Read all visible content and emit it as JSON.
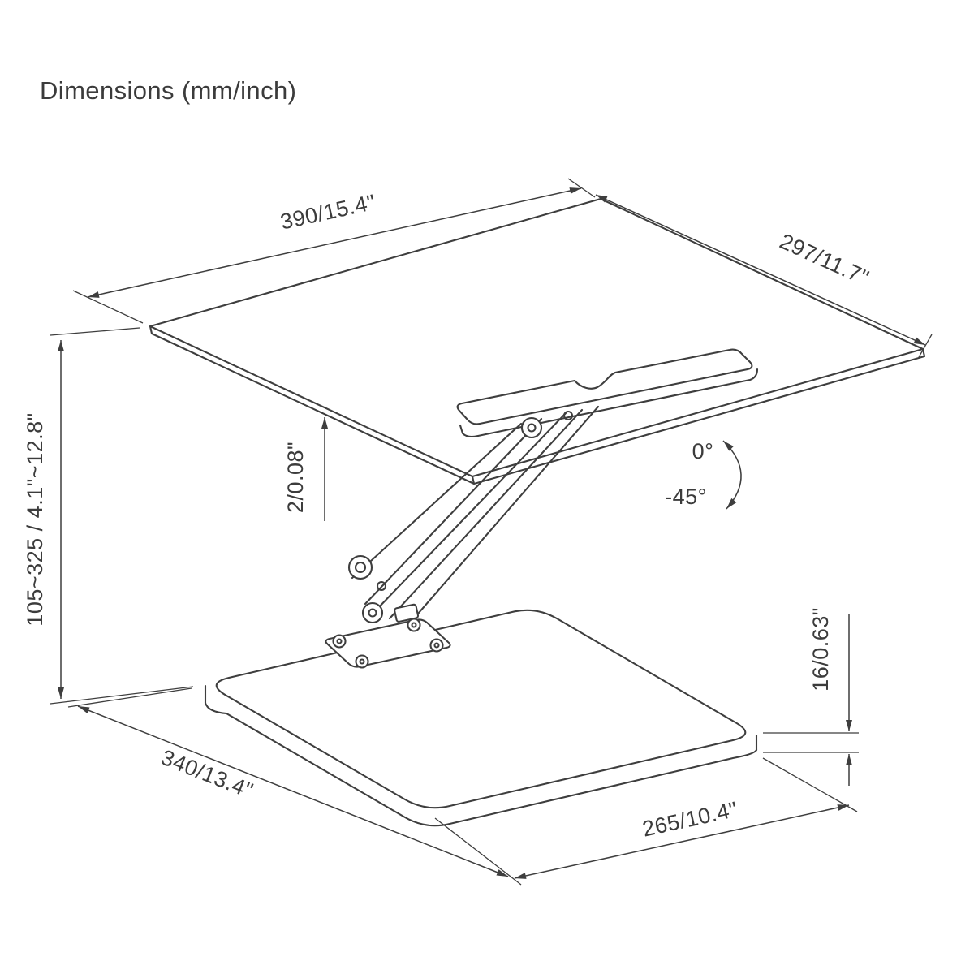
{
  "title": "Dimensions (mm/inch)",
  "diagram": {
    "labels": {
      "tray_width": "390/15.4\"",
      "tray_depth": "297/11.7\"",
      "height_range": "105~325 / 4.1\"~12.8\"",
      "tray_thickness": "2/0.08\"",
      "tilt_max": "0°",
      "tilt_min": "-45°",
      "base_thickness": "16/0.63\"",
      "base_depth": "340/13.4\"",
      "base_width": "265/10.4\""
    },
    "colors": {
      "line": "#3e3e3e",
      "text": "#3c3c3c",
      "background": "#ffffff"
    }
  }
}
